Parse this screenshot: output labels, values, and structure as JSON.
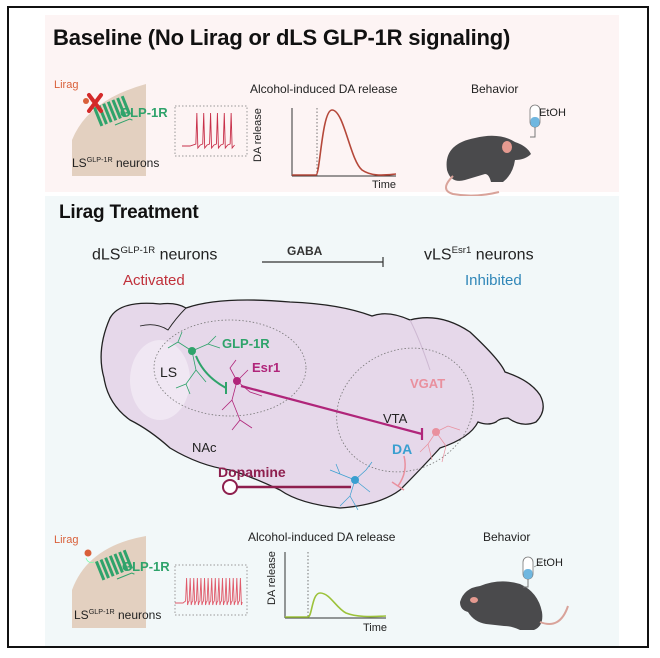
{
  "baseline": {
    "title": "Baseline (No Lirag or dLS GLP-1R signaling)",
    "cell_label_main": "LS",
    "cell_label_sup": "GLP-1R",
    "cell_label_suffix": " neurons",
    "ligand_label": "Lirag",
    "receptor_label": "GLP-1R",
    "blocked_marker": "✕",
    "graph_title": "Alcohol-induced DA release",
    "graph_ylabel": "DA release",
    "graph_xlabel": "Time",
    "behavior_title": "Behavior",
    "bottle_label": "EtOH",
    "spike_count": 6,
    "da_response": "high"
  },
  "lirag": {
    "title": "Lirag Treatment",
    "left_neuron_main": "dLS",
    "left_neuron_sup": "GLP-1R",
    "left_neuron_suffix": " neurons",
    "left_state": "Activated",
    "connector_label": "GABA",
    "right_neuron_main": "vLS",
    "right_neuron_sup": "Esr1",
    "right_neuron_suffix": " neurons",
    "right_state": "Inhibited",
    "brain": {
      "regions": {
        "ls": "LS",
        "vta": "VTA",
        "nac": "NAc"
      },
      "cells": {
        "glp1r": "GLP-1R",
        "esr1": "Esr1",
        "vgat": "VGAT",
        "da": "DA",
        "dopamine": "Dopamine"
      }
    },
    "cell_label_main": "LS",
    "cell_label_sup": "GLP-1R",
    "cell_label_suffix": " neurons",
    "ligand_label": "Lirag",
    "receptor_label": "GLP-1R",
    "graph_title": "Alcohol-induced DA release",
    "graph_ylabel": "DA release",
    "graph_xlabel": "Time",
    "behavior_title": "Behavior",
    "bottle_label": "EtOH",
    "spike_count": 16,
    "da_response": "reduced"
  },
  "colors": {
    "green": "#2fa36b",
    "magenta": "#b0257a",
    "pink": "#e9909e",
    "blue": "#3a9fd0",
    "dark_red": "#8e1f4e",
    "activated": "#c0303a",
    "inhibited": "#2f86b8",
    "orange": "#d9603a",
    "curve_high": "#b5483a",
    "curve_low": "#9cc23a",
    "mouse": "#4a4a4c",
    "mouse_ear": "#e59a90",
    "tail": "#d9a39a",
    "brain_fill": "#e6d8ea",
    "cell_bg": "#e3d0c0"
  }
}
